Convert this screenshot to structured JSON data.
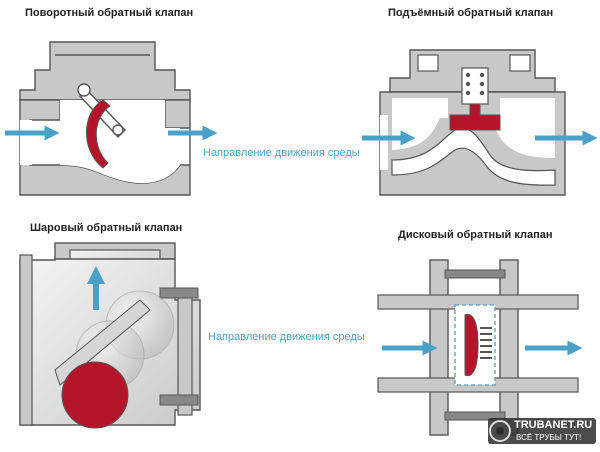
{
  "titles": {
    "swing": "Поворотный обратный клапан",
    "lift": "Подъёмный обратный клапан",
    "ball": "Шаровый обратный клапан",
    "disc": "Дисковый обратный клапан"
  },
  "flow_labels": {
    "top": "Направление движения среды",
    "bottom": "Направление движения среды"
  },
  "watermark": {
    "site": "TRUBANET.RU",
    "slogan": "ВСЁ ТРУБЫ ТУТ!"
  },
  "colors": {
    "metal": "#c8c8c8",
    "metal_dark": "#555555",
    "valve_red": "#b5152b",
    "arrow_blue": "#4aa0c6",
    "spring": "#555555"
  }
}
